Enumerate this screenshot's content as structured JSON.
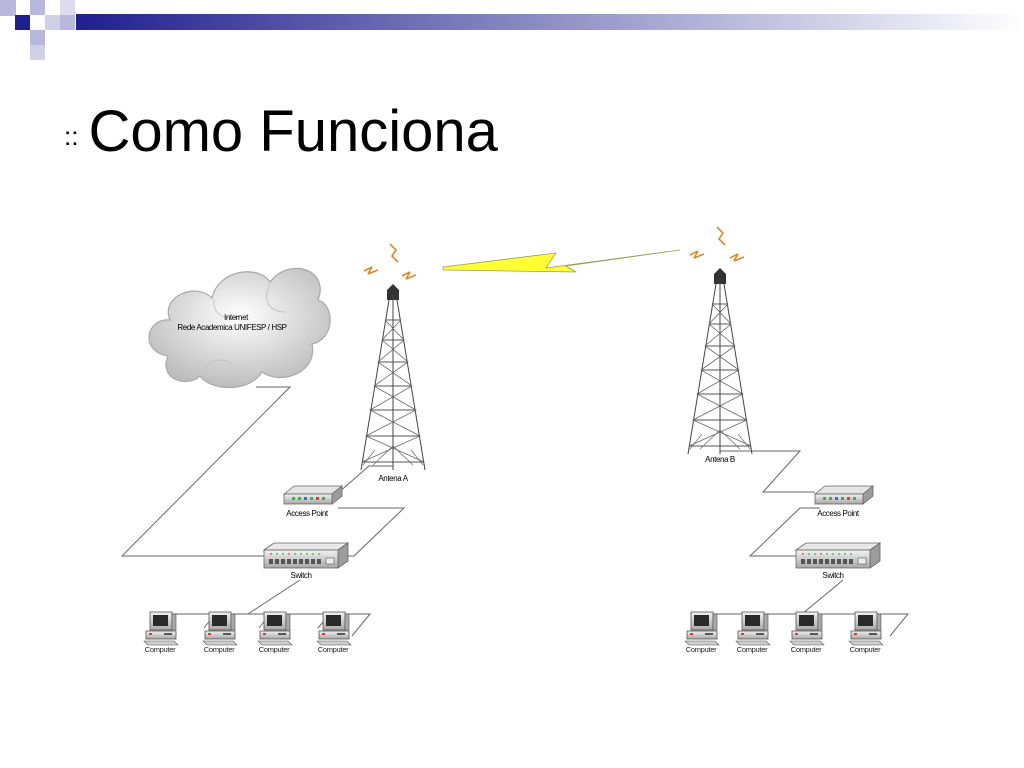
{
  "slide": {
    "title_prefix": "::",
    "title": "Como Funciona"
  },
  "diagram": {
    "cloud": {
      "line1": "Internet",
      "line2": "Rede Academica UNIFESP / HSP"
    },
    "antenna_a": "Antena A",
    "antenna_b": "Antena B",
    "access_point_left": "Access Point",
    "access_point_right": "Access Point",
    "switch_left": "Switch",
    "switch_right": "Switch",
    "computer_label": "Computer"
  },
  "colors": {
    "header_blue": "#1F1F8F",
    "header_lavender": "#B8B8DD",
    "lightning": "#FFFF33"
  }
}
